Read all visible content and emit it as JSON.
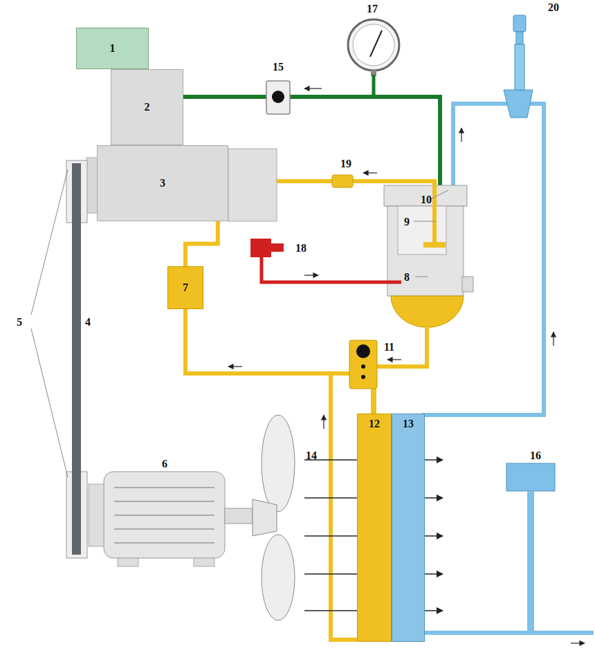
{
  "diagram": {
    "nodes": [
      {
        "text": [
          "1"
        ]
      },
      {
        "text": [
          "2"
        ]
      },
      {
        "text": [
          "3"
        ]
      },
      {
        "text": [
          "7"
        ]
      },
      {
        "text": [
          "12"
        ]
      },
      {
        "text": [
          "13"
        ]
      }
    ],
    "edges": [
      {
        "from": 2,
        "to": 3,
        "arrow": "none"
      }
    ],
    "labels": [
      "17",
      "20",
      "15",
      "19",
      "10",
      "9",
      "18",
      "5",
      "4",
      "8",
      "11",
      "6",
      "14",
      "16"
    ]
  }
}
